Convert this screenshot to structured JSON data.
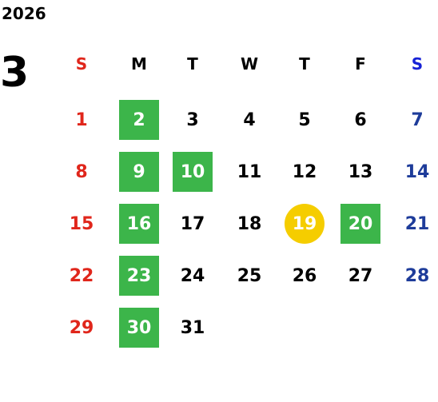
{
  "year": "2026",
  "month": "3",
  "weekday_headers": [
    "S",
    "M",
    "T",
    "W",
    "T",
    "F",
    "S"
  ],
  "weeks": [
    [
      {
        "label": "1"
      },
      {
        "label": "2",
        "highlight": "green"
      },
      {
        "label": "3"
      },
      {
        "label": "4"
      },
      {
        "label": "5"
      },
      {
        "label": "6"
      },
      {
        "label": "7"
      }
    ],
    [
      {
        "label": "8"
      },
      {
        "label": "9",
        "highlight": "green"
      },
      {
        "label": "10",
        "highlight": "green"
      },
      {
        "label": "11"
      },
      {
        "label": "12"
      },
      {
        "label": "13"
      },
      {
        "label": "14"
      }
    ],
    [
      {
        "label": "15"
      },
      {
        "label": "16",
        "highlight": "green"
      },
      {
        "label": "17"
      },
      {
        "label": "18"
      },
      {
        "label": "19",
        "highlight": "today"
      },
      {
        "label": "20",
        "highlight": "green"
      },
      {
        "label": "21"
      }
    ],
    [
      {
        "label": "22"
      },
      {
        "label": "23",
        "highlight": "green"
      },
      {
        "label": "24"
      },
      {
        "label": "25"
      },
      {
        "label": "26"
      },
      {
        "label": "27"
      },
      {
        "label": "28"
      }
    ],
    [
      {
        "label": "29"
      },
      {
        "label": "30",
        "highlight": "green"
      },
      {
        "label": "31"
      }
    ]
  ],
  "colors": {
    "sunday": "#e0261b",
    "saturday": "#1e3c9a",
    "saturday_header": "#1722d6",
    "weekday": "#000000",
    "highlight_green": "#3cb54a",
    "today_gold": "#f5cd00",
    "highlight_text": "#ffffff"
  }
}
